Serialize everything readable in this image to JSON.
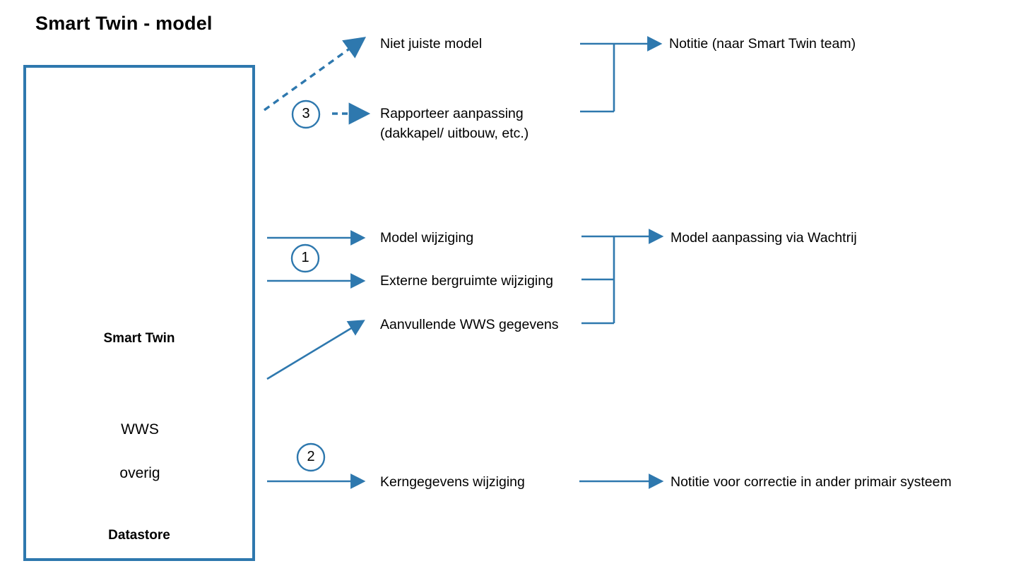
{
  "title": "Smart Twin - model",
  "colors": {
    "accent_blue": "#2E78AE",
    "slab_gray": "#EFEFEF",
    "text_black": "#000000"
  },
  "left_panel": {
    "smart_twin": {
      "caption": "Smart Twin",
      "icon": "house-3d-wireframe-icon",
      "slab_icon": "gray-parallelogram-slab-icon"
    },
    "datastore": {
      "caption": "Datastore",
      "icon": "database-cylinder-icon",
      "segments": [
        {
          "label": "WWS"
        },
        {
          "label": "overig"
        }
      ]
    }
  },
  "markers": [
    {
      "id": "marker-1",
      "value": "1"
    },
    {
      "id": "marker-2",
      "value": "2"
    },
    {
      "id": "marker-3",
      "value": "3"
    }
  ],
  "flows": [
    {
      "group": "group-3",
      "marker": "3",
      "sources": [
        {
          "name": "niet-juiste-model",
          "label": "Niet juiste model",
          "arrow": "dashed-diagonal-arrow"
        },
        {
          "name": "rapporteer-aanpassing",
          "label": "Rapporteer aanpassing\n(dakkapel/ uitbouw, etc.)",
          "arrow": "dashed-short-arrow"
        }
      ],
      "target": {
        "name": "notitie-smart-twin-team",
        "label": "Notitie (naar Smart Twin team)",
        "arrow": "merge-arrow"
      }
    },
    {
      "group": "group-1",
      "marker": "1",
      "sources": [
        {
          "name": "model-wijziging",
          "label": "Model wijziging",
          "arrow": "solid-arrow"
        },
        {
          "name": "externe-bergruimte-wijziging",
          "label": "Externe bergruimte wijziging",
          "arrow": "solid-arrow"
        },
        {
          "name": "aanvullende-wws-gegevens",
          "label": "Aanvullende WWS gegevens",
          "arrow": "solid-diagonal-arrow"
        }
      ],
      "target": {
        "name": "model-aanpassing-via-wachtrij",
        "label": "Model aanpassing via Wachtrij",
        "arrow": "merge-arrow"
      }
    },
    {
      "group": "group-2",
      "marker": "2",
      "sources": [
        {
          "name": "kerngegevens-wijziging",
          "label": "Kerngegevens wijziging",
          "arrow": "solid-arrow"
        }
      ],
      "target": {
        "name": "notitie-ander-primair-systeem",
        "label": "Notitie voor correctie in ander primair systeem",
        "arrow": "solid-arrow"
      }
    }
  ]
}
